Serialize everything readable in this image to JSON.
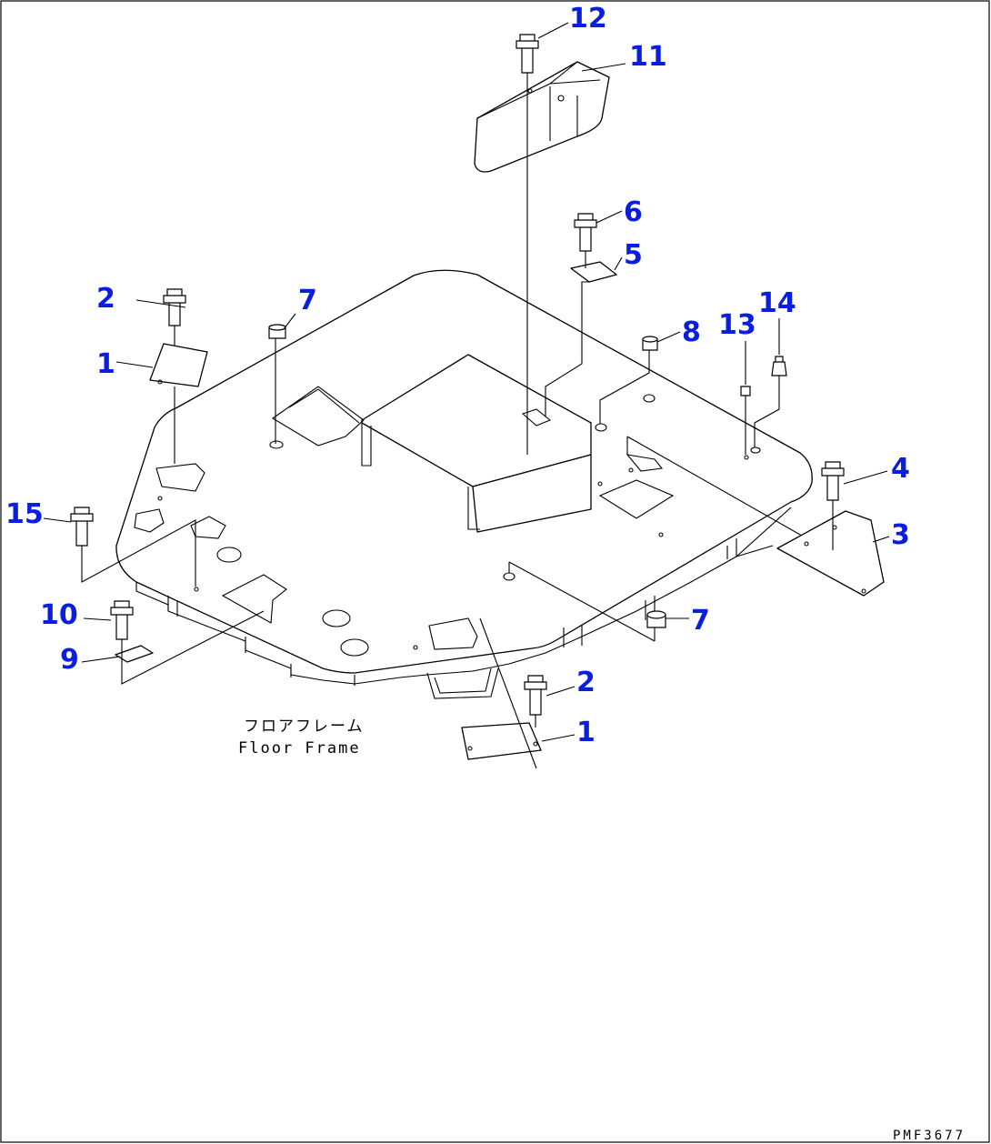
{
  "caption": {
    "jp": "フロアフレーム",
    "en": "Floor Frame"
  },
  "drawing_number": "PMF3677",
  "callouts": [
    {
      "id": "c12",
      "label": "12"
    },
    {
      "id": "c11",
      "label": "11"
    },
    {
      "id": "c6",
      "label": "6"
    },
    {
      "id": "c5",
      "label": "5"
    },
    {
      "id": "c2a",
      "label": "2"
    },
    {
      "id": "c1a",
      "label": "1"
    },
    {
      "id": "c7a",
      "label": "7"
    },
    {
      "id": "c8",
      "label": "8"
    },
    {
      "id": "c13",
      "label": "13"
    },
    {
      "id": "c14",
      "label": "14"
    },
    {
      "id": "c4",
      "label": "4"
    },
    {
      "id": "c3",
      "label": "3"
    },
    {
      "id": "c15",
      "label": "15"
    },
    {
      "id": "c10",
      "label": "10"
    },
    {
      "id": "c9",
      "label": "9"
    },
    {
      "id": "c7b",
      "label": "7"
    },
    {
      "id": "c2b",
      "label": "2"
    },
    {
      "id": "c1b",
      "label": "1"
    }
  ],
  "colors": {
    "callout": "#0a1ee0",
    "line": "#000000",
    "background": "#ffffff"
  }
}
